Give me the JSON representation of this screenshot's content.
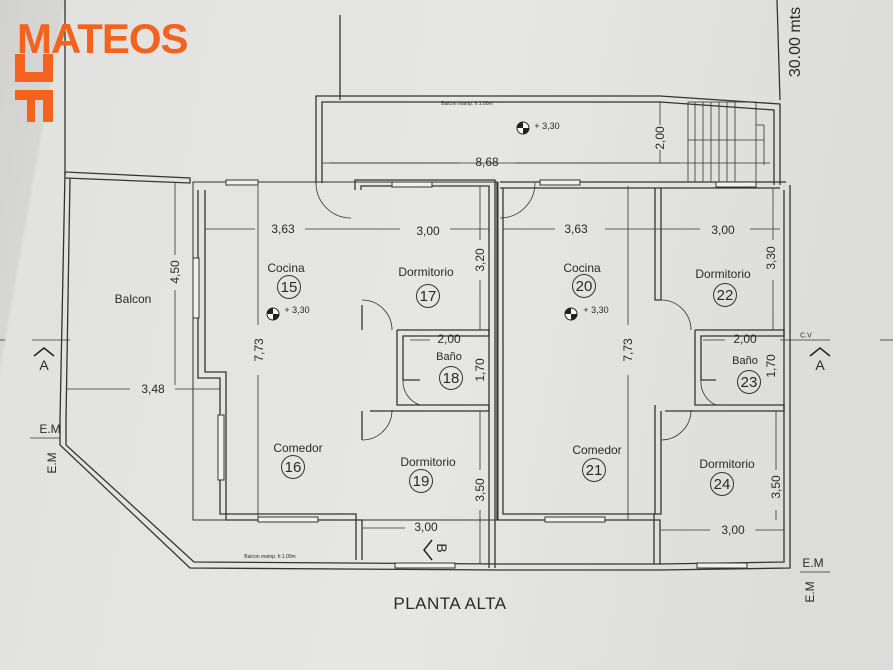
{
  "brand": {
    "name": "MATEOS",
    "color": "#f4621f"
  },
  "plot_width": "30.00 mts",
  "title": "PLANTA ALTA",
  "top_balcony": {
    "railing": "Balcon mamp. h:1.00m",
    "level": "+ 3,30",
    "width": "8,68",
    "depth": "2,00"
  },
  "left_unit": {
    "kitchen_width": "3,63",
    "bedroom_width": "3,00",
    "kitchen": {
      "label": "Cocina",
      "number": "15",
      "level": "+ 3,30"
    },
    "bedroom_a": {
      "label": "Dormitorio",
      "number": "17",
      "depth": "3,20"
    },
    "bath": {
      "label": "Baño",
      "number": "18",
      "width": "2,00",
      "depth": "1,70"
    },
    "length": "7,73",
    "dining": {
      "label": "Comedor",
      "number": "16"
    },
    "bedroom_b": {
      "label": "Dormitorio",
      "number": "19",
      "depth": "3,50",
      "width": "3,00"
    },
    "balcony": {
      "label": "Balcon",
      "depth": "4,50",
      "width": "3,48",
      "railing": "Balcon mamp. h:1.00m"
    }
  },
  "right_unit": {
    "kitchen_width": "3,63",
    "bedroom_width": "3,00",
    "kitchen": {
      "label": "Cocina",
      "number": "20",
      "level": "+ 3,30"
    },
    "bedroom_a": {
      "label": "Dormitorio",
      "number": "22",
      "depth": "3,30"
    },
    "bath": {
      "label": "Baño",
      "number": "23",
      "width": "2,00",
      "depth": "1,70"
    },
    "length": "7,73",
    "dining": {
      "label": "Comedor",
      "number": "21"
    },
    "bedroom_b": {
      "label": "Dormitorio",
      "number": "24",
      "depth": "3,50",
      "width": "3,00"
    },
    "cv": "C.V"
  },
  "markers": {
    "section_a": "A",
    "section_b": "B",
    "em": "E.M"
  }
}
